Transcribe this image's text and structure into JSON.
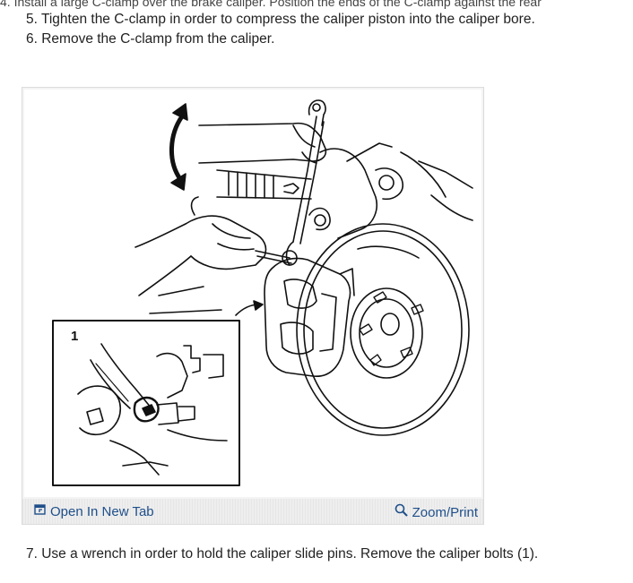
{
  "cut_off_text": "4. Install a large C-clamp over the brake caliper. Position the ends of the C-clamp against the rear",
  "steps": {
    "step5": "5. Tighten the C-clamp in order to compress the caliper piston into the caliper bore.",
    "step6": "6. Remove the C-clamp from the caliper.",
    "step7": "7. Use a wrench in order to hold the caliper slide pins. Remove the caliper bolts (1)."
  },
  "figure": {
    "callout_number": "1",
    "open_link": "Open In New Tab",
    "zoom_link": "Zoom/Print",
    "open_icon": "open-in-new-tab-icon",
    "zoom_icon": "magnifier-icon",
    "link_color": "#1f4f8a"
  }
}
